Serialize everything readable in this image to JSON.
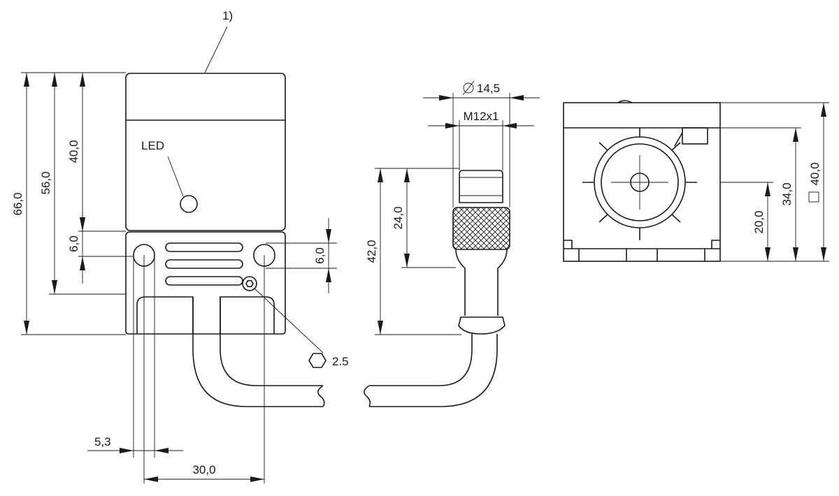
{
  "footnote_marker": "1)",
  "led_label": "LED",
  "front_view": {
    "dim_total_height": "66,0",
    "dim_56": "56,0",
    "dim_40": "40,0",
    "dim_6_left": "6,0",
    "dim_6_right": "6,0",
    "dim_hole_dia": "5,3",
    "dim_hole_spacing": "30,0",
    "hex_key": "2.5"
  },
  "connector_view": {
    "dim_diameter": "14,5",
    "dim_thread": "M12x1",
    "dim_total": "42,0",
    "dim_knurl": "24,0"
  },
  "side_view": {
    "dim_20": "20,0",
    "dim_34": "34,0",
    "dim_square": "40,0"
  },
  "colors": {
    "line": "#1a1a1a",
    "background": "#ffffff"
  }
}
